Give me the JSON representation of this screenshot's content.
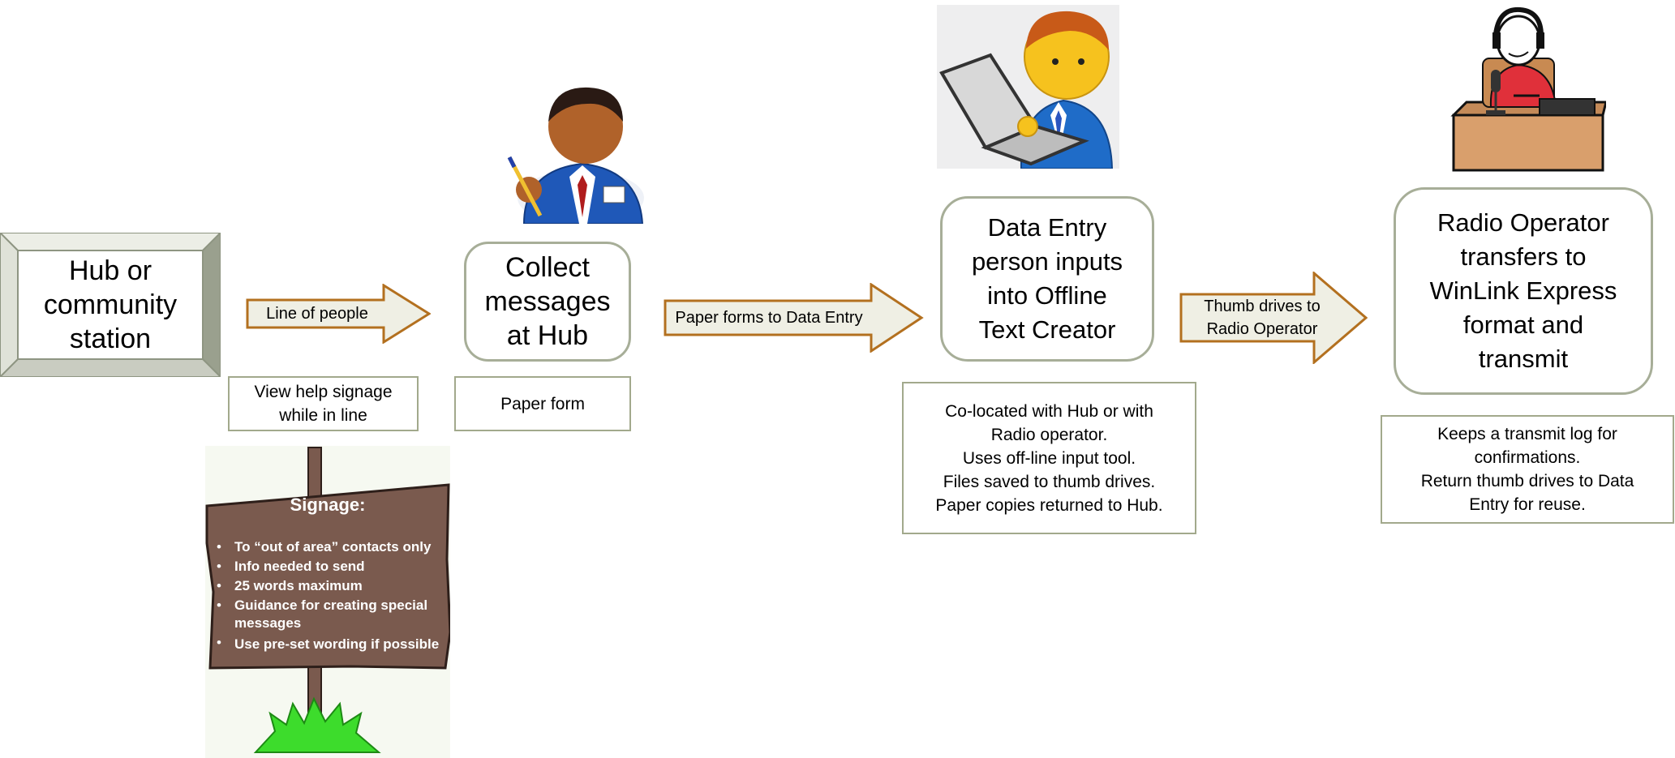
{
  "stations": {
    "hub": "Hub or\ncommunity\nstation",
    "collect": "Collect\nmessages\nat Hub",
    "data_entry": "Data Entry\nperson inputs\ninto Offline\nText Creator",
    "radio": "Radio Operator\ntransfers to\nWinLink Express\nformat and\ntransmit"
  },
  "arrows": {
    "a1": "Line of people",
    "a2": "Paper forms to Data Entry",
    "a3": "Thumb drives to\nRadio Operator"
  },
  "notes": {
    "line": "View help signage\nwhile in line",
    "collect": "Paper form",
    "data_entry": "Co-located with Hub or with\nRadio operator.\nUses off-line input tool.\nFiles saved to thumb drives.\nPaper copies returned to Hub.",
    "radio": "Keeps a transmit log for\nconfirmations.\nReturn thumb drives to Data\nEntry for reuse."
  },
  "signage": {
    "title": "Signage:",
    "items": [
      "To “out of area” contacts only",
      "Info needed to send",
      "25 words maximum",
      "Guidance for creating special messages",
      "Use pre-set wording if possible"
    ]
  },
  "colors": {
    "arrow_fill": "#efefe4",
    "arrow_stroke": "#b3701f",
    "box_border": "#a7ae98",
    "sign_wood": "#7a5a4e",
    "grass": "#3ddc2c"
  },
  "icons": {
    "writer": "person-with-pencil-icon",
    "typist": "person-at-laptop-icon",
    "radio": "radio-operator-icon"
  }
}
